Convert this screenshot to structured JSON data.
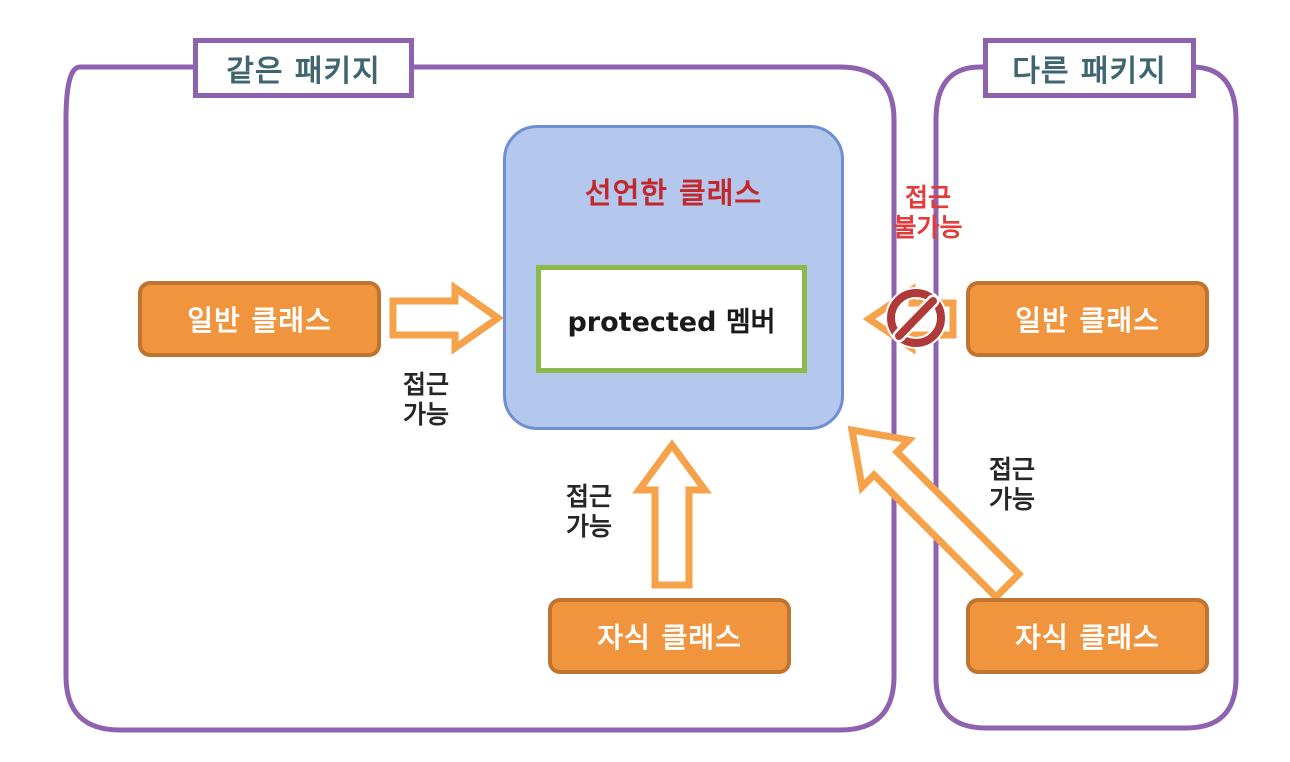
{
  "diagram": {
    "title_note": "Java protected access modifier scope diagram",
    "packages": [
      {
        "id": "same-package",
        "label": "같은 패키지"
      },
      {
        "id": "other-package",
        "label": "다른 패키지"
      }
    ],
    "declaring_class": {
      "title": "선언한 클래스",
      "member": "protected 멤버"
    },
    "class_boxes": [
      {
        "id": "same-normal",
        "label": "일반 클래스"
      },
      {
        "id": "same-child",
        "label": "자식 클래스"
      },
      {
        "id": "other-normal",
        "label": "일반 클래스"
      },
      {
        "id": "other-child",
        "label": "자식 클래스"
      }
    ],
    "access_labels": {
      "left_access": "접근\n가능",
      "bottom_access": "접근\n가능",
      "right_access": "접근\n가능",
      "blocked": "접근\n불가능"
    },
    "icons": {
      "prohibition": "no-entry-icon",
      "arrow_right": "arrow-right-icon",
      "arrow_up": "arrow-up-icon",
      "arrow_diagonal": "arrow-up-left-icon",
      "arrow_blocked": "arrow-left-blocked-icon"
    },
    "colors": {
      "package_border": "#8E62AE",
      "package_label_text": "#3F6670",
      "declaring_fill": "#B4C7EC",
      "declaring_border": "#6F8FD4",
      "declaring_title": "#C3272B",
      "member_border": "#8CB948",
      "class_fill": "#F0943E",
      "class_border": "#BF7430",
      "arrow_color": "#F5A24B",
      "blocked_text": "#E33A3A",
      "prohibition": "#B03A3A",
      "access_text": "#262626",
      "background": "#FFFFFF"
    }
  }
}
